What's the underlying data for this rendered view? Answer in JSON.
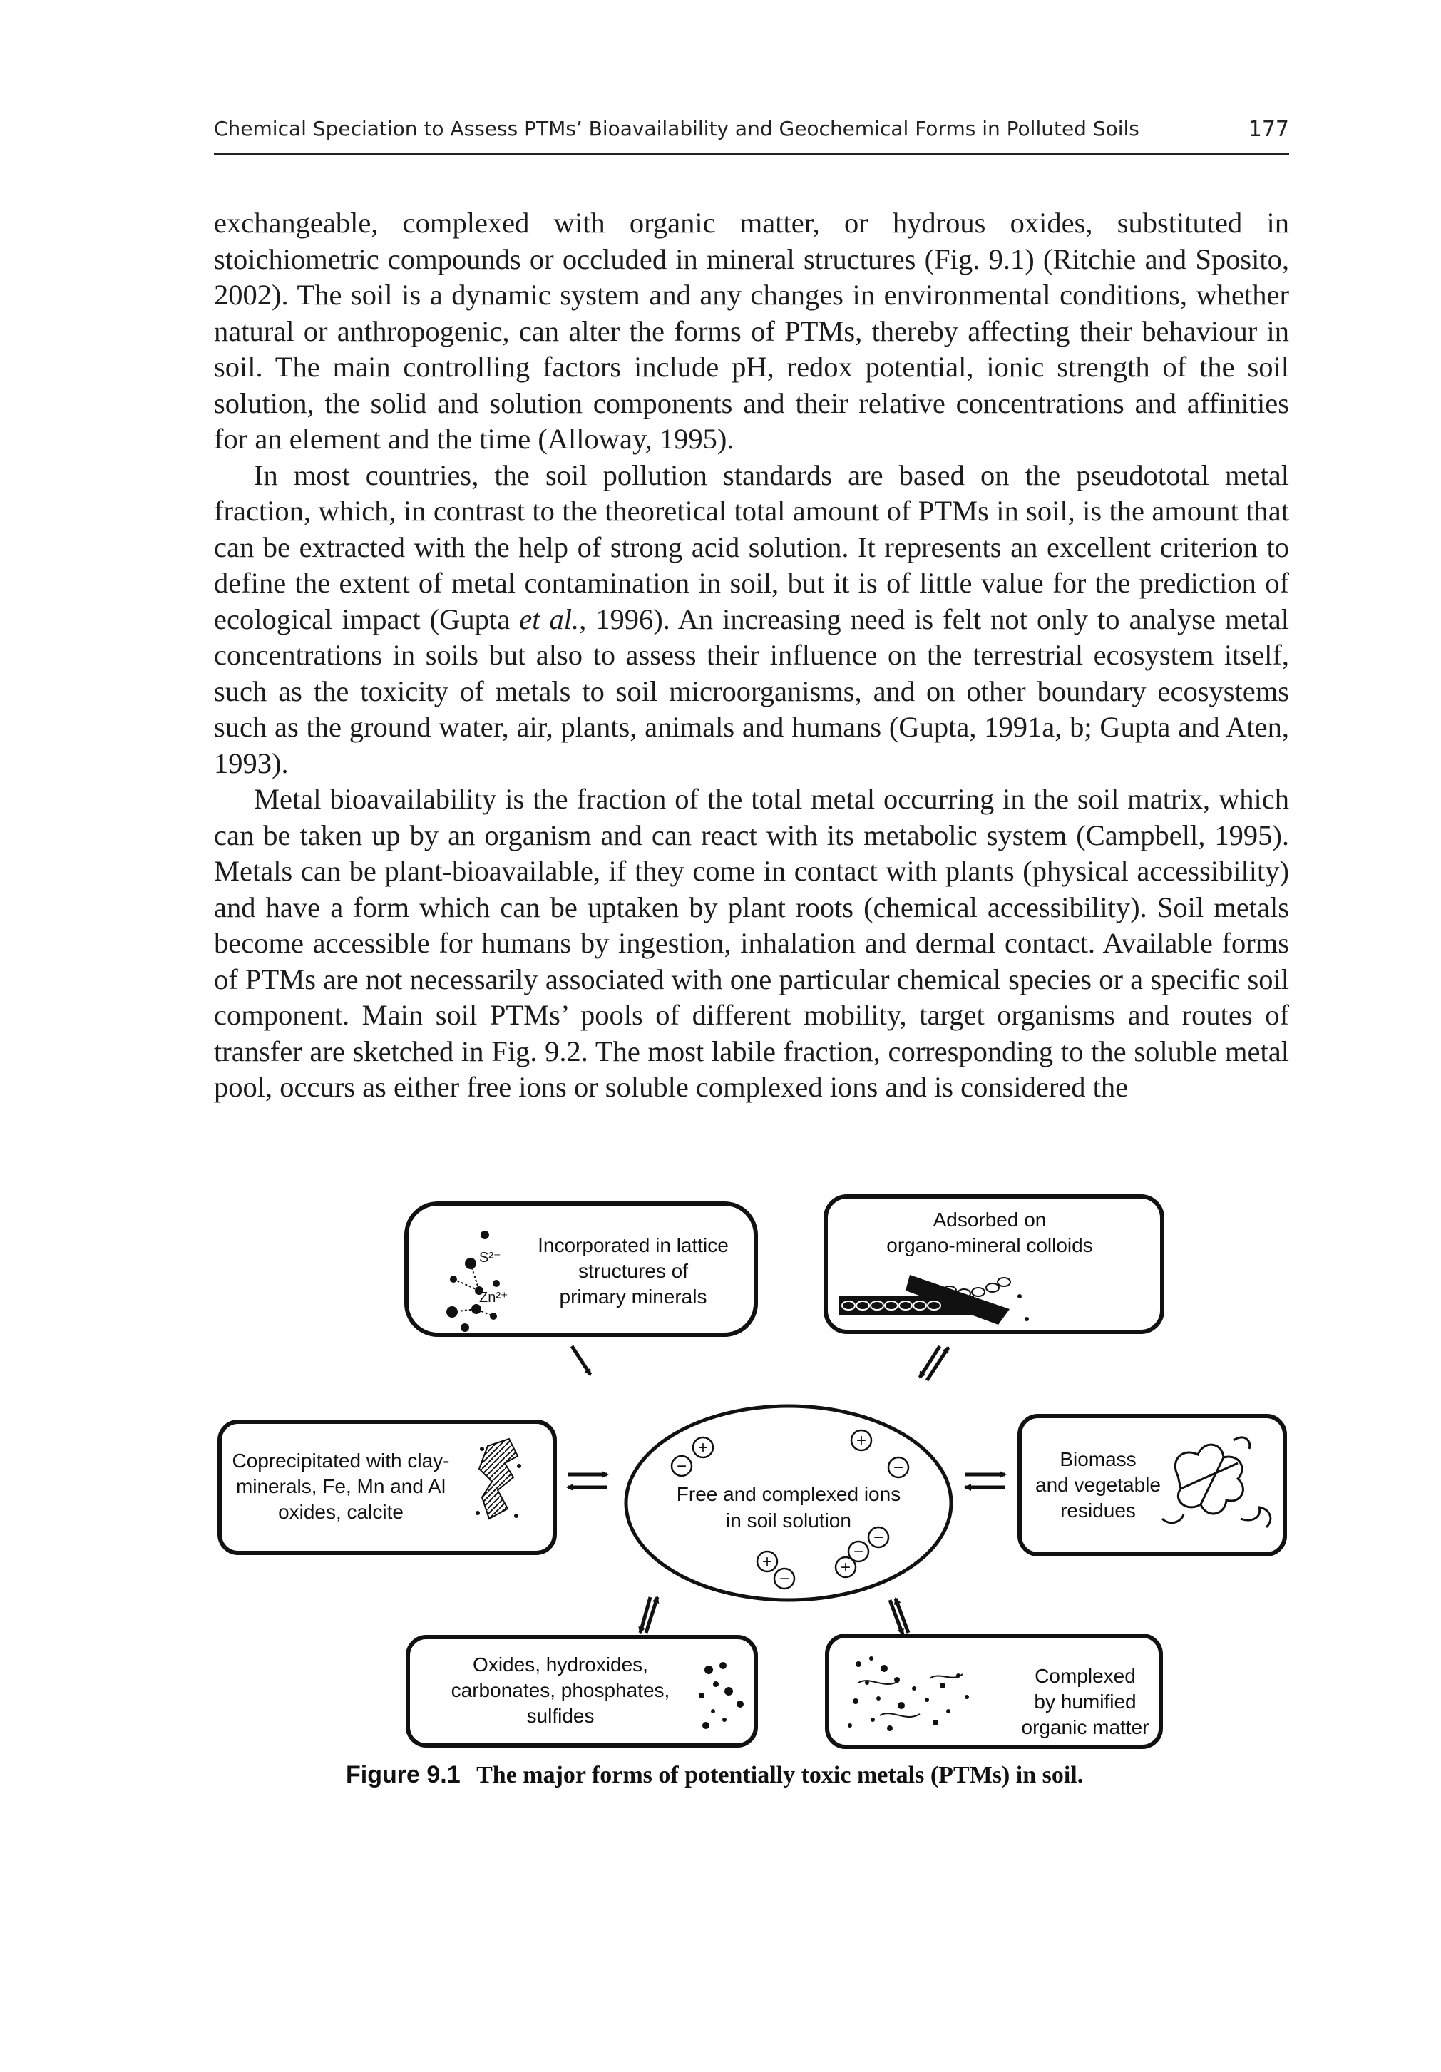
{
  "header": {
    "running_title": "Chemical Speciation to Assess PTMs’ Bioavailability and Geochemical Forms in Polluted Soils",
    "page_number": "177"
  },
  "body": {
    "paragraphs": [
      {
        "text": "exchangeable, complexed with organic matter, or hydrous oxides, substituted in stoichiometric compounds or occluded in mineral structures (Fig. 9.1) (Ritchie and Sposito, 2002). The soil is a dynamic system and any changes in environmental conditions, whether natural or anthropogenic, can alter the forms of PTMs, thereby affecting their behaviour in soil. The main controlling factors include pH, redox potential, ionic strength of the soil solution, the solid and solution components and their relative concentrations and affinities for an element and the time (Alloway, 1995)."
      },
      {
        "text_before": "In most countries, the soil pollution standards are based on the pseudototal metal fraction, which, in contrast to the theoretical total amount of PTMs in soil, is the amount that can be extracted with the help of strong acid solution. It represents an excellent criterion to define the extent of metal contamination in soil, but it is of little value for the prediction of ecological impact (Gupta ",
        "italic": "et al.",
        "text_after": ", 1996). An increasing need is felt not only to analyse metal concentrations in soils but also to assess their influence on the terrestrial ecosystem itself, such as the toxicity of metals to soil microorganisms, and on other boundary ecosystems such as the ground water, air, plants, animals and humans (Gupta, 1991a, b; Gupta and Aten, 1993)."
      },
      {
        "text": "Metal bioavailability is the fraction of the total metal occurring in the soil matrix, which can be taken up by an organism and can react with its metabolic system (Campbell, 1995). Metals can be plant-bioavailable, if they come in contact with plants (physical accessibility) and have a form which can be uptaken by plant roots (chemical accessibility). Soil metals become accessible for humans by ingestion, inhalation and dermal contact. Available forms of PTMs are not necessarily associated with one particular chemical species or a specific soil component. Main soil PTMs’ pools of different mobility, target organisms and routes of transfer are sketched in Fig. 9.2. The most labile fraction, corresponding to the soluble metal pool, occurs as either free ions or soluble complexed ions and is considered the"
      }
    ]
  },
  "figure": {
    "center": {
      "line1": "Free and complexed ions",
      "line2": "in soil solution"
    },
    "lattice": {
      "lines": [
        "Incorporated in lattice",
        "structures of",
        "primary minerals"
      ],
      "ion_s": "S²⁻",
      "ion_zn": "Zn²⁺"
    },
    "adsorbed": {
      "lines": [
        "Adsorbed on",
        "organo-mineral colloids"
      ]
    },
    "coprecipitated": {
      "lines": [
        "Coprecipitated with clay-",
        "minerals, Fe, Mn and Al",
        "oxides, calcite"
      ]
    },
    "biomass": {
      "lines": [
        "Biomass",
        "and vegetable",
        "residues"
      ]
    },
    "oxides": {
      "lines": [
        "Oxides, hydroxides,",
        "carbonates, phosphates,",
        "sulfides"
      ]
    },
    "humified": {
      "lines": [
        "Complexed",
        "by humified",
        "organic matter"
      ]
    },
    "plus_sign": "+",
    "minus_sign": "−"
  },
  "caption": {
    "number": "Figure 9.1",
    "text": "The major forms of potentially toxic metals (PTMs) in soil."
  }
}
